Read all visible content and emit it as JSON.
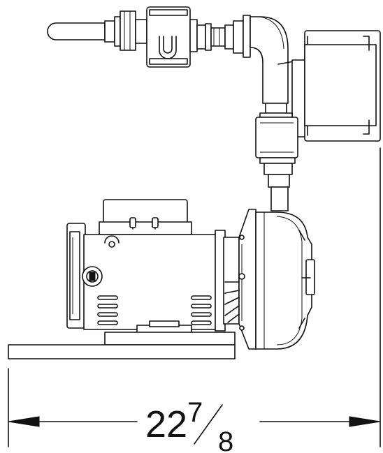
{
  "dimension": {
    "whole": "22",
    "numerator": "7",
    "denominator": "8"
  }
}
